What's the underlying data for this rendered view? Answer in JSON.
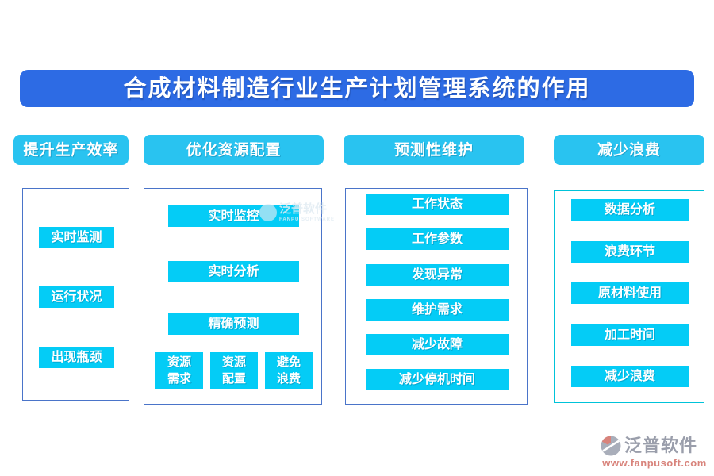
{
  "title": "合成材料制造行业生产计划管理系统的作用",
  "colors": {
    "title_bg": "#2d6be4",
    "header_bg": "#29c3f0",
    "item_bg": "#04ccf6",
    "column_border": "#4a74c9",
    "column4_border": "#00c3d9",
    "footer_text": "#9a9eab",
    "footer_url": "#d8837b"
  },
  "columns": [
    {
      "header": "提升生产效率",
      "items": [
        "实时监测",
        "运行状况",
        "出现瓶颈"
      ]
    },
    {
      "header": "优化资源配置",
      "items": [
        "实时监控",
        "实时分析",
        "精确预测"
      ],
      "sub_items": [
        [
          "资源",
          "需求"
        ],
        [
          "资源",
          "配置"
        ],
        [
          "避免",
          "浪费"
        ]
      ]
    },
    {
      "header": "预测性维护",
      "items": [
        "工作状态",
        "工作参数",
        "发现异常",
        "维护需求",
        "减少故障",
        "减少停机时间"
      ]
    },
    {
      "header": "减少浪费",
      "items": [
        "数据分析",
        "浪费环节",
        "原材料使用",
        "加工时间",
        "减少浪费"
      ]
    }
  ],
  "watermark": {
    "brand": "泛普软件",
    "subtext": "FANPU SOFTWARE"
  },
  "footer": {
    "brand": "泛普软件",
    "url": "www.fanpusoft.com"
  }
}
